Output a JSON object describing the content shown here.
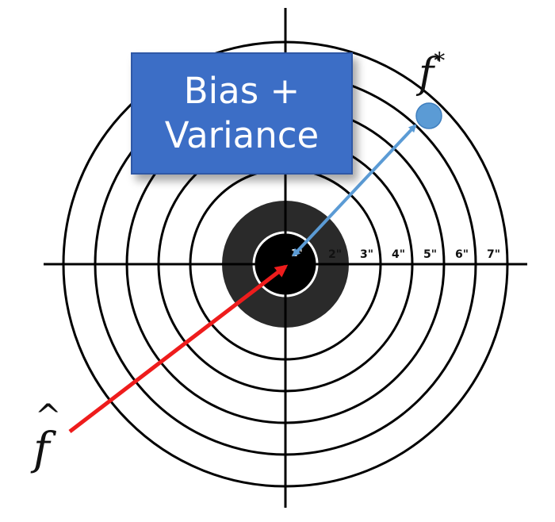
{
  "callout": {
    "line1": "Bias +",
    "line2": "Variance"
  },
  "ring_labels": [
    "1\"",
    "2\"",
    "3\"",
    "4\"",
    "5\"",
    "6\"",
    "7\""
  ],
  "target_label": {
    "symbol": "f",
    "superscript": "*"
  },
  "estimate_label": {
    "symbol": "f",
    "accent": "^"
  },
  "colors": {
    "bias_arrow": "#ee1c1c",
    "variance_arrow": "#5b9bd5",
    "target_point": "#5b9bd5",
    "callout_fill": "#3c6ec6",
    "bullseye": "#2a2a2a"
  }
}
